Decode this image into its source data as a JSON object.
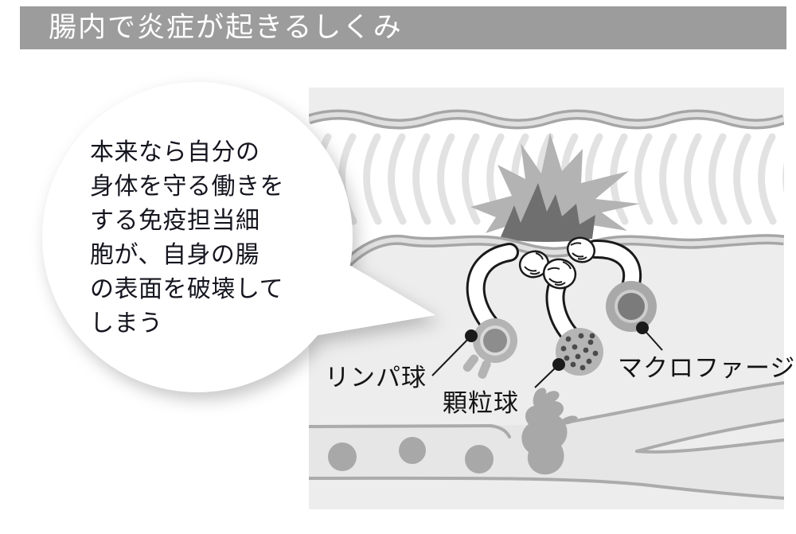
{
  "title": {
    "text": "腸内で炎症が起きるしくみ",
    "bar_color": "#9c9c9c",
    "text_color": "#ffffff"
  },
  "speech_bubble": {
    "text": "本来なら自分の\n身体を守る働きを\nする免疫担当細\n胞が、自身の腸\nの表面を破壊して\nしまう"
  },
  "diagram": {
    "labels": [
      {
        "id": "lymphocyte",
        "text": "リンパ球"
      },
      {
        "id": "granulocyte",
        "text": "顆粒球"
      },
      {
        "id": "macrophage",
        "text": "マクロファージ"
      }
    ],
    "colors": {
      "panel_bg": "#ededed",
      "band_white": "#ffffff",
      "arc_stroke": "#e2e2e2",
      "mucosa_line": "#a6a6a6",
      "burst_outer": "#b3b3b3",
      "burst_inner": "#6f6f6f",
      "cell_outer": "#b4b4b4",
      "cell_ring": "#d9d9d9",
      "cell_core": "#8d8d8d",
      "macrophage_core": "#7b7b7b",
      "granule_dot": "#4a4a4a",
      "vessel_fill": "#e6e6e6",
      "vessel_wall": "#ababab",
      "blood_cell": "#a8a8a8",
      "leader_line": "#1a1a1a"
    }
  }
}
